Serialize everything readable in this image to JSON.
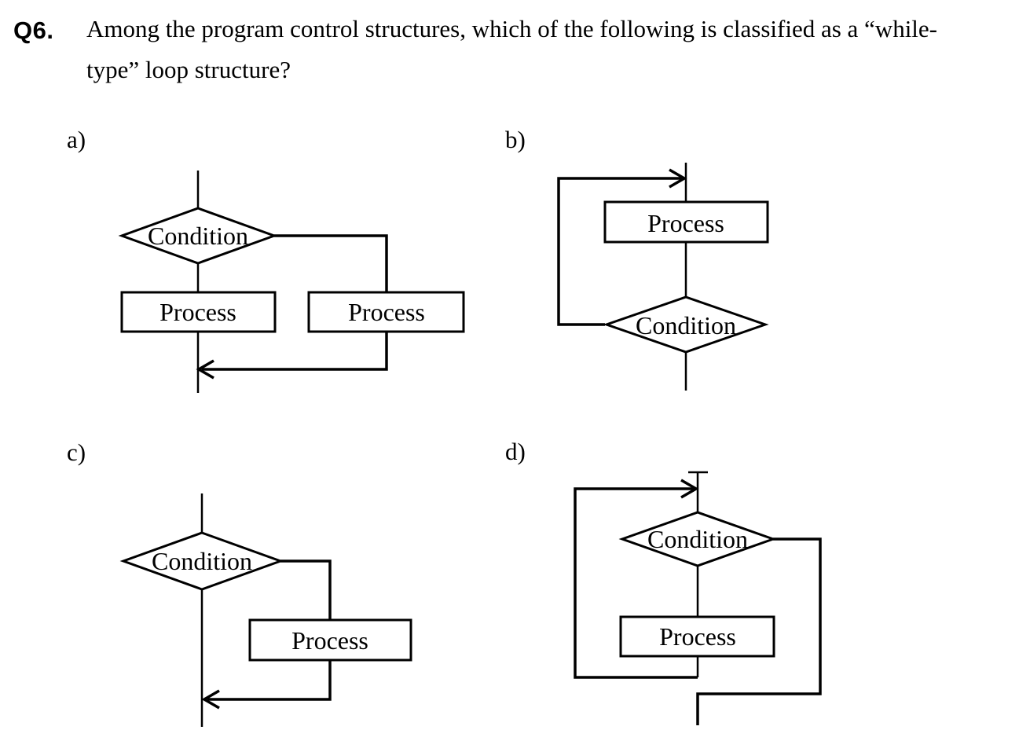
{
  "page": {
    "ink_color": "#000000",
    "paper_color": "#ffffff"
  },
  "question": {
    "number": "Q6.",
    "line1": "Among the program control structures, which of the following is classified as a “while-",
    "line2": "type” loop structure?"
  },
  "options": [
    {
      "id": "a",
      "label": "a)",
      "condition": "Condition",
      "process_left": "Process",
      "process_right": "Process"
    },
    {
      "id": "b",
      "label": "b)",
      "process": "Process",
      "condition": "Condition"
    },
    {
      "id": "c",
      "label": "c)",
      "condition": "Condition",
      "process": "Process"
    },
    {
      "id": "d",
      "label": "d)",
      "condition": "Condition",
      "process": "Process"
    }
  ]
}
